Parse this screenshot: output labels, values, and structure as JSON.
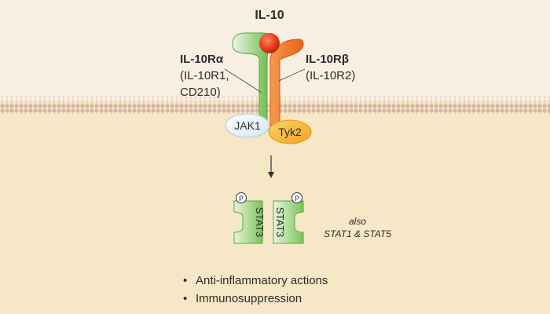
{
  "ligand": {
    "label": "IL-10"
  },
  "receptor_alpha": {
    "name": "IL-10Rα",
    "alias_line1": "(IL-10R1,",
    "alias_line2": "CD210)"
  },
  "receptor_beta": {
    "name": "IL-10Rβ",
    "alias": "(IL-10R2)"
  },
  "kinases": {
    "jak1": "JAK1",
    "tyk2": "Tyk2"
  },
  "stat": {
    "left_label": "STAT3",
    "right_label": "STAT3",
    "phospho": "P"
  },
  "also_note": {
    "line1": "also",
    "line2": "STAT1 & STAT5"
  },
  "outcomes": [
    {
      "bullet": "•",
      "text": "Anti-inflammatory actions"
    },
    {
      "bullet": "•",
      "text": "Immunosuppression"
    }
  ],
  "colors": {
    "background": "#f6e7c6",
    "upper_background": "#f8efe2",
    "membrane": "#d8b9a8",
    "ligand": "#e8401f",
    "alpha_receptor": "#6dbb4c",
    "beta_receptor": "#f27b26",
    "jak1": "#d9ecf3",
    "tyk2": "#f7b933",
    "stat3": "#7cc45a"
  }
}
